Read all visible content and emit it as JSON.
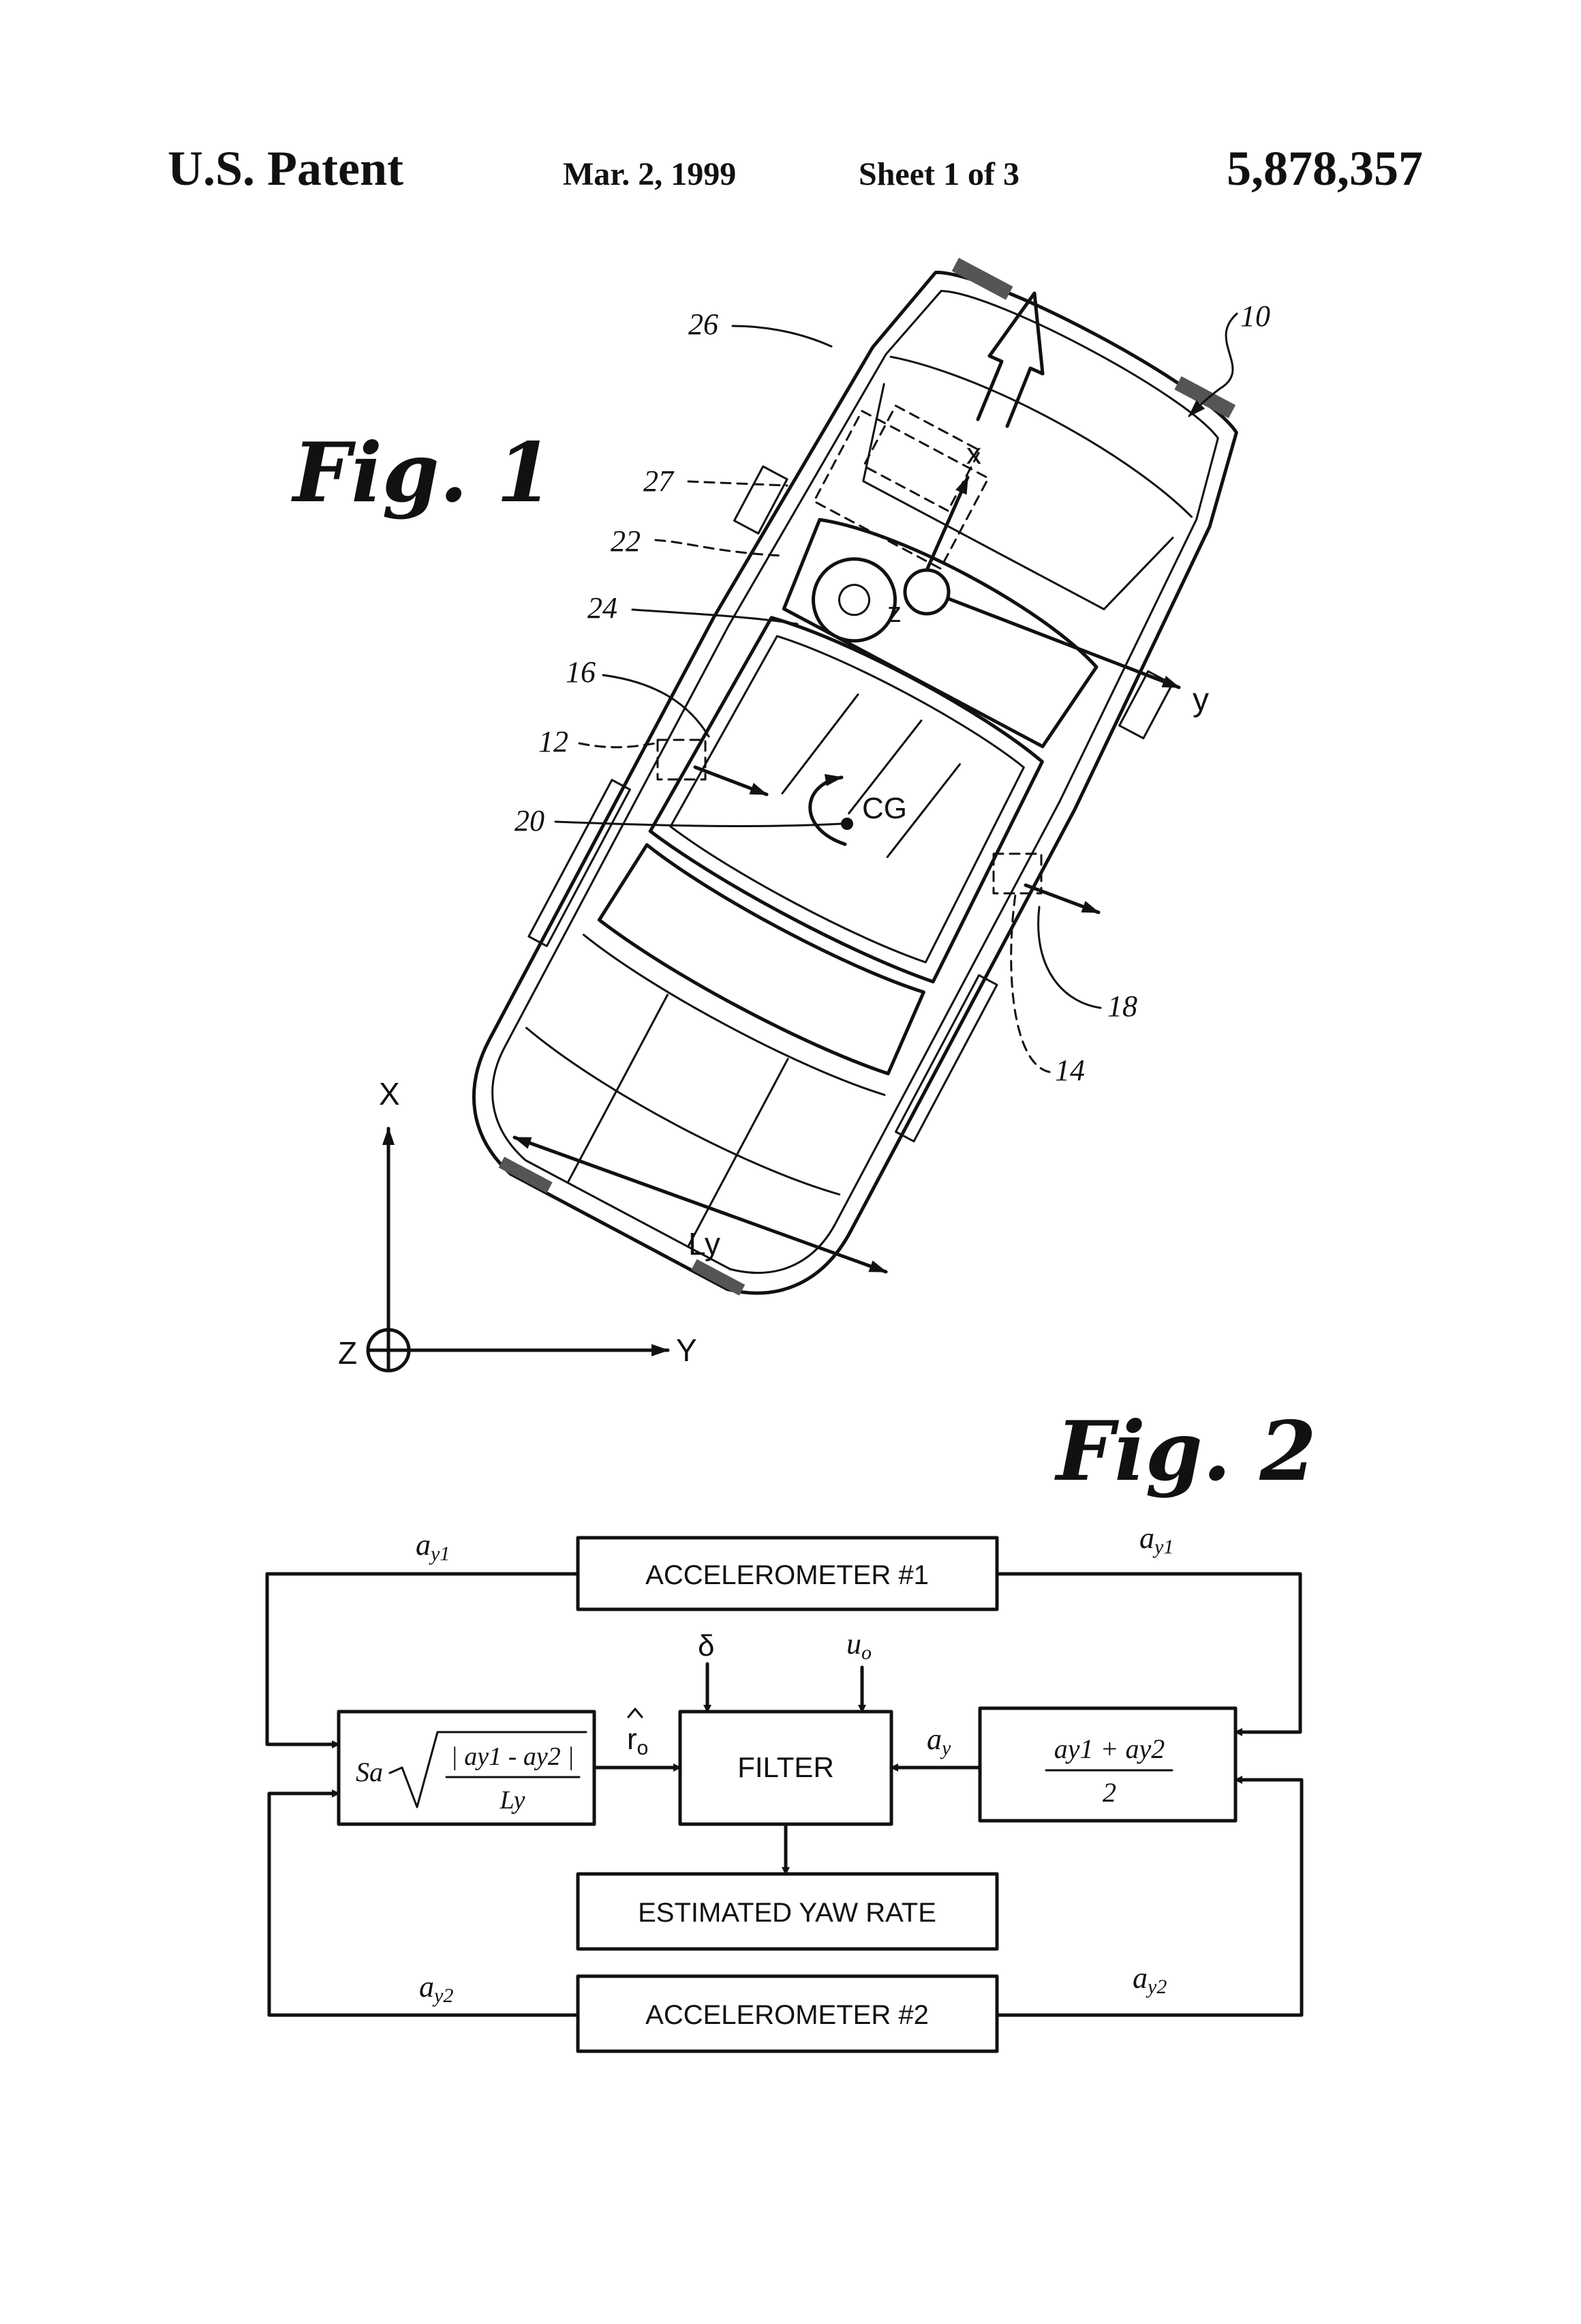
{
  "header": {
    "left": "U.S. Patent",
    "date": "Mar. 2, 1999",
    "sheet": "Sheet 1 of 3",
    "number": "5,878,357"
  },
  "fig1": {
    "title": "Fig. 1",
    "refs": {
      "r10": "10",
      "r12": "12",
      "r14": "14",
      "r16": "16",
      "r18": "18",
      "r20": "20",
      "r22": "22",
      "r24": "24",
      "r26": "26",
      "r27": "27"
    },
    "vehicle_axes": {
      "x": "x",
      "y": "y",
      "z": "z"
    },
    "cg": "CG",
    "ly": "Ly",
    "global_axes": {
      "x": "X",
      "y": "Y",
      "z": "Z"
    }
  },
  "fig2": {
    "title": "Fig. 2",
    "accel1": "ACCELEROMETER #1",
    "accel2": "ACCELEROMETER #2",
    "filter": "FILTER",
    "yaw": "ESTIMATED YAW RATE",
    "delta": "δ",
    "u0": "u",
    "u0_sub": "o",
    "r0": "r",
    "r0_sub": "o",
    "ay": "a",
    "ay_sub": "y",
    "ay1": "a",
    "ay1_sub": "y1",
    "ay2": "a",
    "ay2_sub": "y2",
    "sqrt_sa": "Sa",
    "sqrt_num": "| ay1 - ay2 |",
    "sqrt_den": "Ly",
    "avg_num": "ay1 + ay2",
    "avg_den": "2"
  }
}
